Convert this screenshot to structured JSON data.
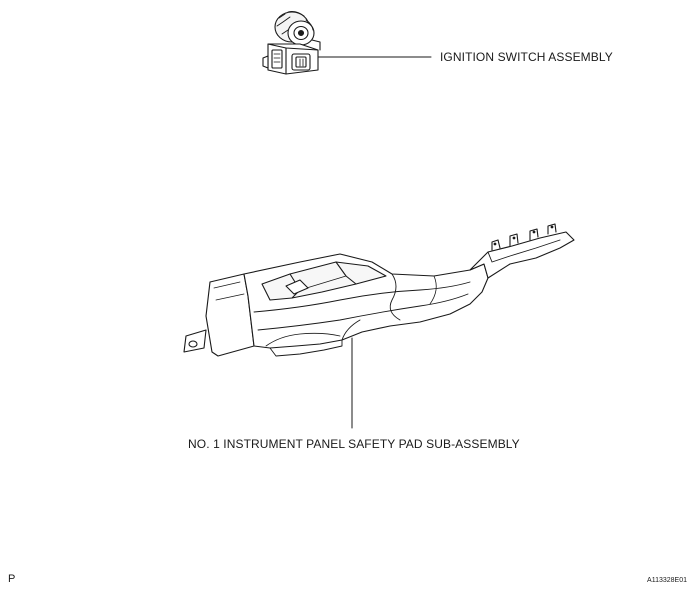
{
  "parts": {
    "ignition_switch": {
      "label": "IGNITION SWITCH ASSEMBLY"
    },
    "safety_pad": {
      "label": "NO. 1 INSTRUMENT PANEL SAFETY PAD SUB-ASSEMBLY"
    }
  },
  "footer": {
    "view_code": "P",
    "figure_id": "A113328E01"
  },
  "colors": {
    "line": "#1a1a1a",
    "background": "#ffffff"
  }
}
